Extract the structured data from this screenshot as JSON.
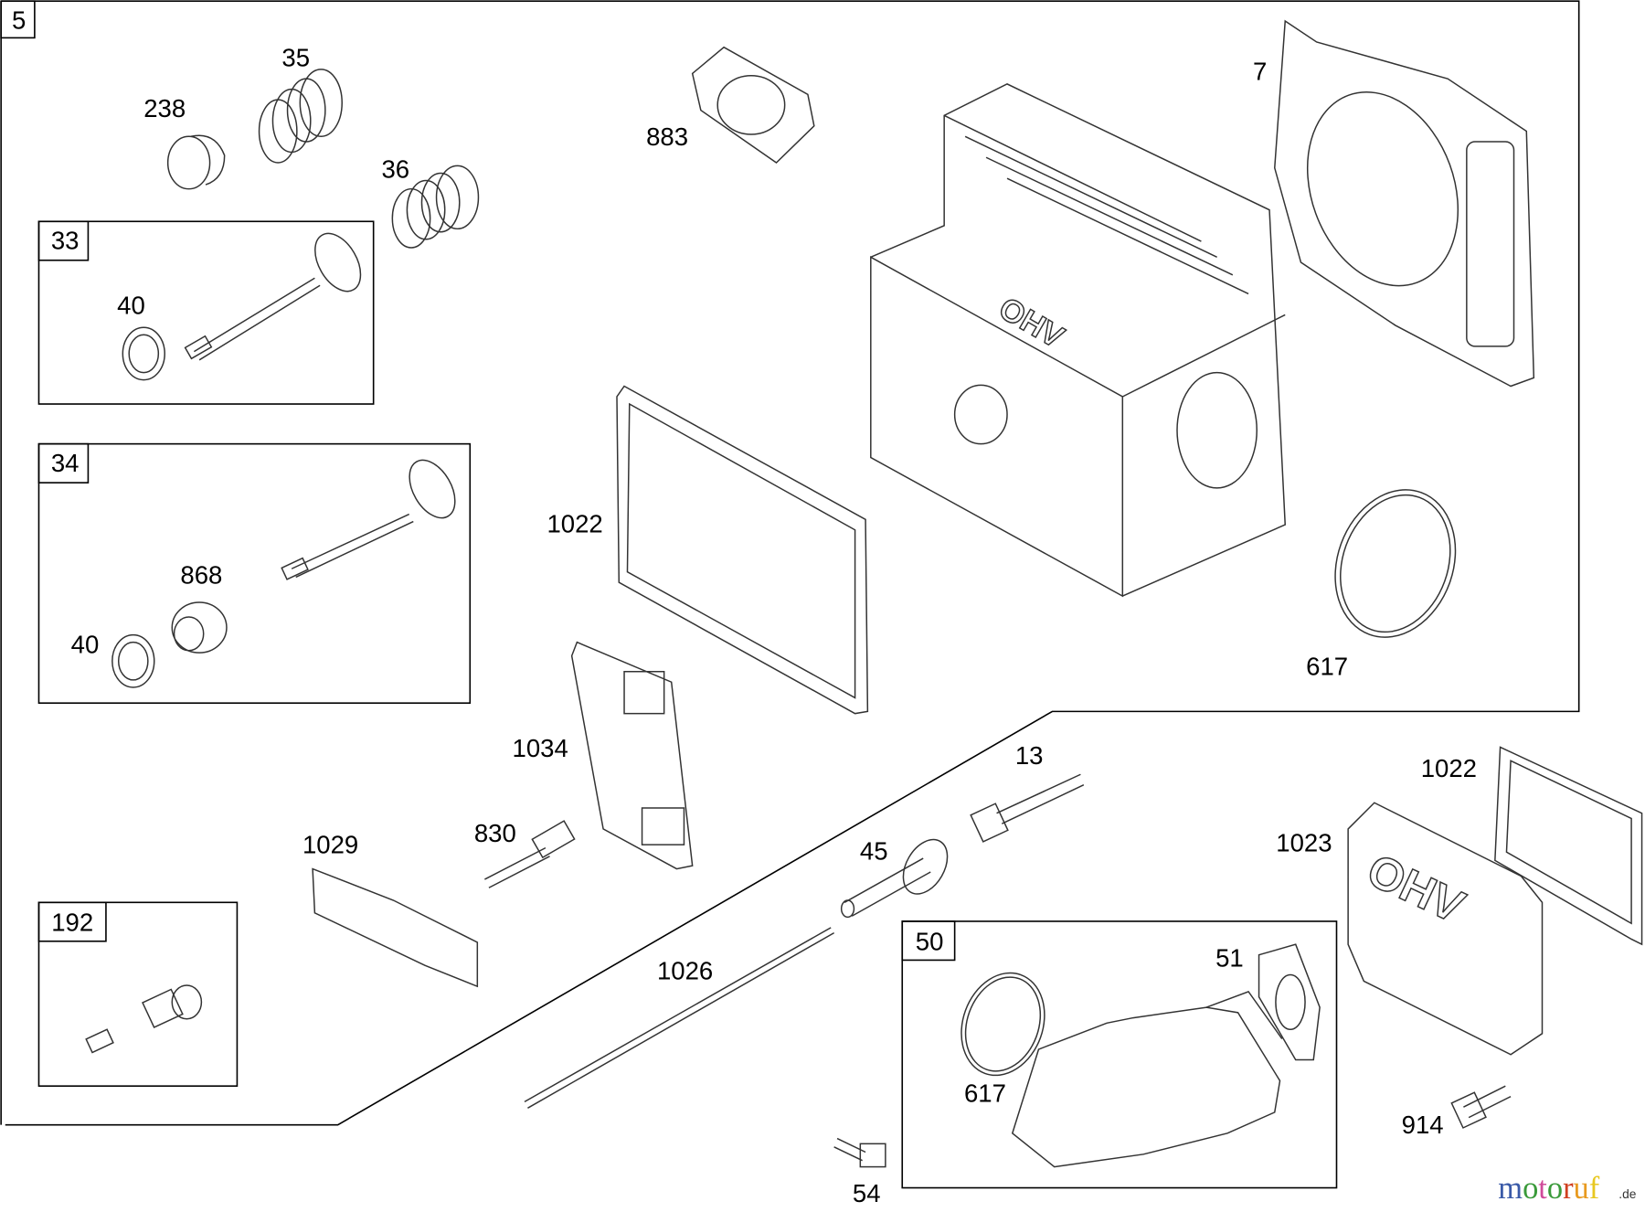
{
  "diagram": {
    "group_labels": {
      "main": "5",
      "valve_33": "33",
      "valve_34": "34",
      "kit_192": "192",
      "kit_50": "50"
    },
    "callouts": {
      "c35": "35",
      "c238": "238",
      "c36": "36",
      "c883": "883",
      "c7": "7",
      "c40a": "40",
      "c868": "868",
      "c40b": "40",
      "c1022a": "1022",
      "c617a": "617",
      "c1034": "1034",
      "c13": "13",
      "c1022b": "1022",
      "c1029": "1029",
      "c830": "830",
      "c45": "45",
      "c1023": "1023",
      "c51": "51",
      "c1026": "1026",
      "c617b": "617",
      "c914": "914",
      "c54": "54"
    },
    "cover_text": "OHV",
    "head_text": "OHV"
  },
  "watermark": {
    "brand": "motoruf",
    "suffix": ".de",
    "letter_colors": [
      "#3a5aa8",
      "#3a9a3a",
      "#d04a9a",
      "#3a9a3a",
      "#d04020",
      "#e89a20",
      "#e8c820"
    ]
  }
}
